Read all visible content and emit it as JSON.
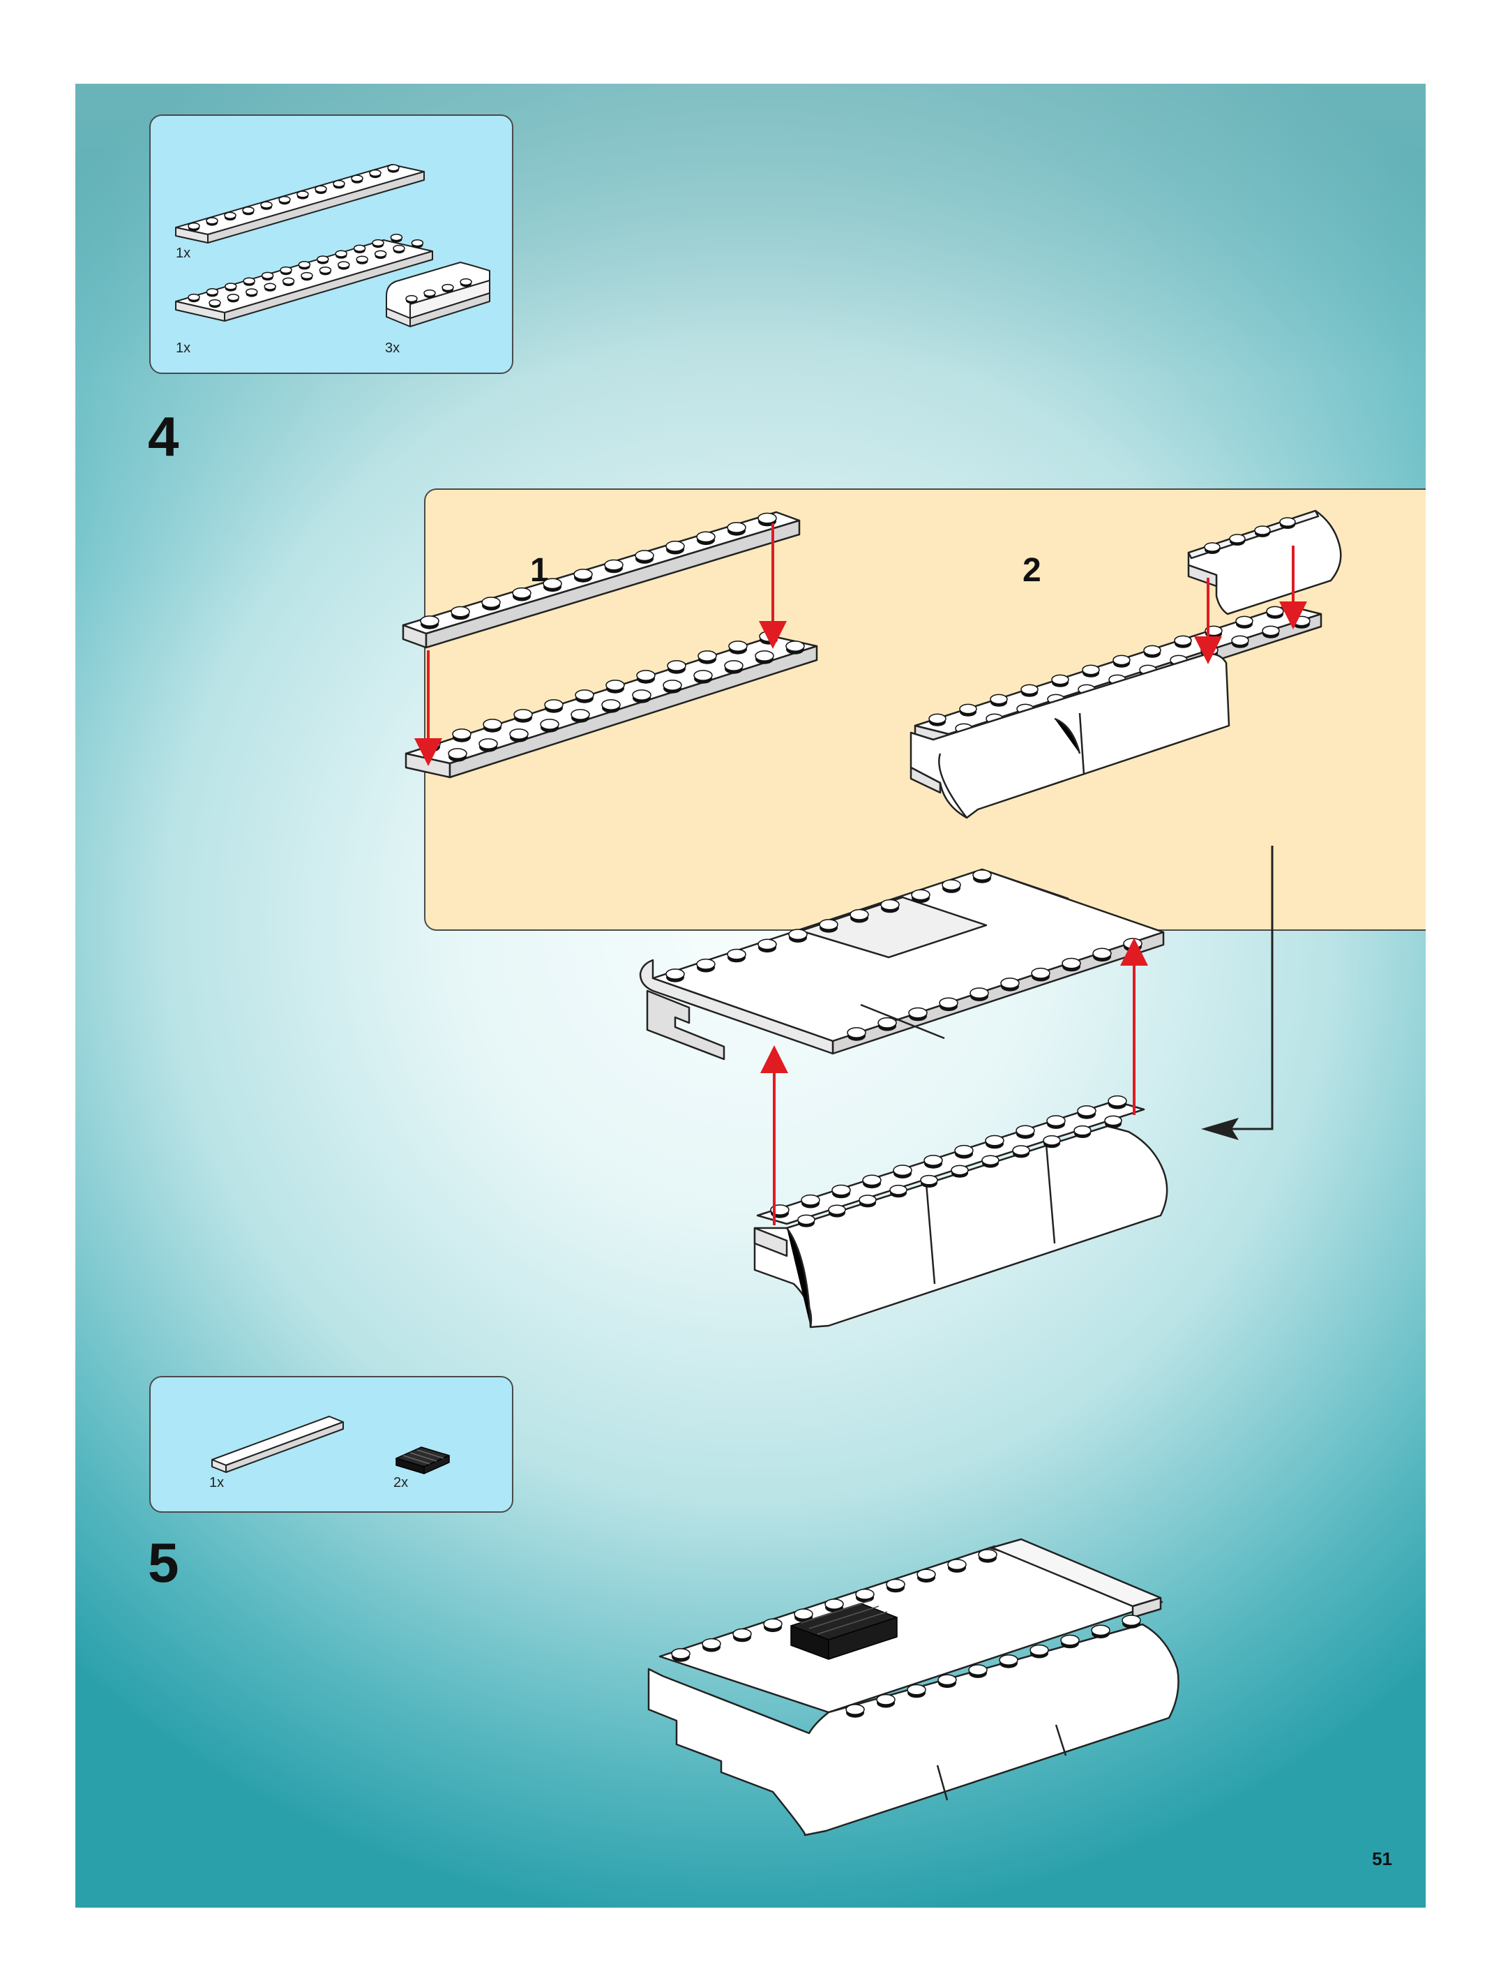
{
  "page": {
    "number": "51"
  },
  "steps": [
    {
      "number": "4",
      "parts": [
        {
          "qty": "1x",
          "part": "plate-1x12"
        },
        {
          "qty": "1x",
          "part": "plate-2x12"
        },
        {
          "qty": "3x",
          "part": "slope-curved-2x4"
        }
      ],
      "substeps": [
        {
          "number": "1"
        },
        {
          "number": "2"
        }
      ]
    },
    {
      "number": "5",
      "parts": [
        {
          "qty": "1x",
          "part": "tile-1x6"
        },
        {
          "qty": "2x",
          "part": "grille-1x2-black"
        }
      ]
    }
  ],
  "colors": {
    "arrow": "#e11b22",
    "brick": "#ffffff",
    "grille": "#1a1a1a",
    "substep_box": "#fde9bd",
    "parts_box": "#aee7f7"
  }
}
